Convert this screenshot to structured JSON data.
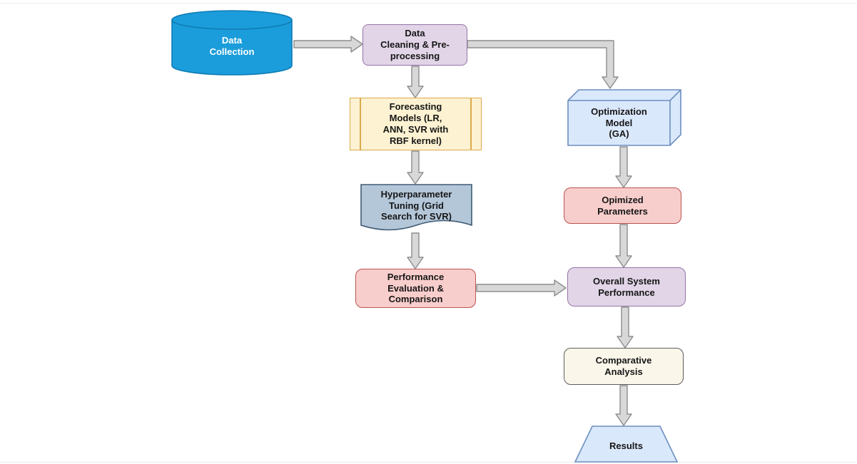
{
  "diagram": {
    "type": "flowchart",
    "arrow_style": {
      "fill": "#d8d8d8",
      "stroke": "#8d8d8d"
    },
    "nodes": {
      "data_collection": {
        "label": "Data\nCollection",
        "shape": "cylinder",
        "fill": "#1b9ddb",
        "stroke": "#0f7cb5",
        "text_color": "#ffffff"
      },
      "data_cleaning": {
        "label": "Data\nCleaning & Pre-\nprocessing",
        "shape": "rounded-rectangle",
        "fill": "#e1d5e7",
        "stroke": "#9673a6"
      },
      "forecasting_models": {
        "label": "Forecasting\nModels (LR,\nANN, SVR with\nRBF kernel)",
        "shape": "predefined-process",
        "fill": "#fdf2d2",
        "stroke": "#dca94b"
      },
      "optimization_model": {
        "label": "Optimization\nModel\n(GA)",
        "shape": "cube",
        "fill": "#dae8fc",
        "stroke": "#6c8ebf"
      },
      "hyperparameter_tuning": {
        "label": "Hyperparameter\nTuning (Grid\nSearch for SVR)",
        "shape": "document",
        "fill": "#b4c7d9",
        "stroke": "#3f5b73"
      },
      "opimized_parameters": {
        "label": "Opimized\nParameters",
        "shape": "rounded-rectangle",
        "fill": "#f8cecc",
        "stroke": "#b85450"
      },
      "performance_evaluation": {
        "label": "Performance\nEvaluation &\nComparison",
        "shape": "rounded-rectangle",
        "fill": "#f8cecc",
        "stroke": "#b85450"
      },
      "overall_system_performance": {
        "label": "Overall System\nPerformance",
        "shape": "rounded-rectangle",
        "fill": "#e1d5e7",
        "stroke": "#9673a6"
      },
      "comparative_analysis": {
        "label": "Comparative\nAnalysis",
        "shape": "rounded-rectangle",
        "fill": "#faf6ea",
        "stroke": "#5c5c5c"
      },
      "results": {
        "label": "Results",
        "shape": "trapezoid",
        "fill": "#dae8fc",
        "stroke": "#6c8ebf"
      }
    },
    "edges": [
      {
        "from": "data_collection",
        "to": "data_cleaning"
      },
      {
        "from": "data_cleaning",
        "to": "forecasting_models"
      },
      {
        "from": "data_cleaning",
        "to": "optimization_model"
      },
      {
        "from": "forecasting_models",
        "to": "hyperparameter_tuning"
      },
      {
        "from": "optimization_model",
        "to": "opimized_parameters"
      },
      {
        "from": "hyperparameter_tuning",
        "to": "performance_evaluation"
      },
      {
        "from": "opimized_parameters",
        "to": "overall_system_performance"
      },
      {
        "from": "performance_evaluation",
        "to": "overall_system_performance"
      },
      {
        "from": "overall_system_performance",
        "to": "comparative_analysis"
      },
      {
        "from": "comparative_analysis",
        "to": "results"
      }
    ]
  }
}
